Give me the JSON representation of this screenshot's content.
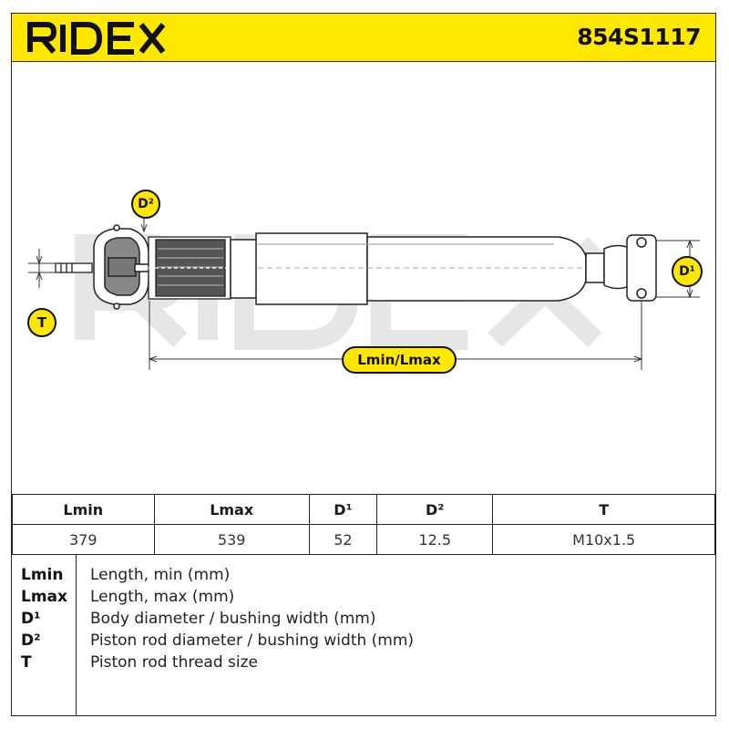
{
  "header": {
    "brand": "RIDEX",
    "part_number": "854S1117",
    "brand_color": "#ffe800"
  },
  "diagram": {
    "watermark": "RIDEX",
    "labels": {
      "d2": "D²",
      "d1": "D¹",
      "t": "T",
      "length": "Lmin/Lmax"
    }
  },
  "table": {
    "headers": [
      "Lmin",
      "Lmax",
      "D¹",
      "D²",
      "T"
    ],
    "values": [
      "379",
      "539",
      "52",
      "12.5",
      "M10x1.5"
    ]
  },
  "legend": [
    {
      "key": "Lmin",
      "desc": "Length, min (mm)"
    },
    {
      "key": "Lmax",
      "desc": "Length, max (mm)"
    },
    {
      "key": "D¹",
      "desc": "Body diameter / bushing width (mm)"
    },
    {
      "key": "D²",
      "desc": "Piston rod diameter / bushing width (mm)"
    },
    {
      "key": "T",
      "desc": "Piston rod thread size"
    }
  ]
}
